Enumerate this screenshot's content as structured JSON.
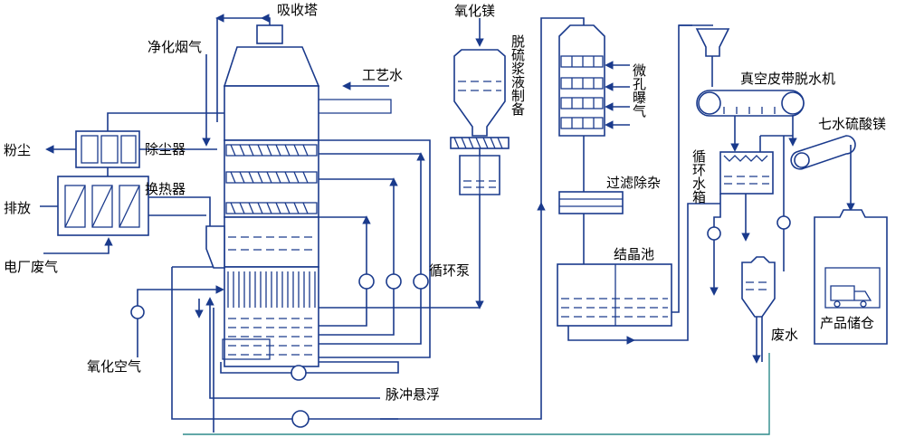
{
  "labels": {
    "absorber": "吸收塔",
    "clean_flue_gas": "净化烟气",
    "process_water": "工艺水",
    "dust": "粉尘",
    "dust_collector": "除尘器",
    "discharge": "排放",
    "heat_exchanger": "换热器",
    "plant_flue_gas": "电厂废气",
    "oxidation_air": "氧化空气",
    "circulation_pump": "循环泵",
    "pulse_suspension": "脉冲悬浮",
    "magnesium_oxide": "氧化镁",
    "slurry_prep_v": "脱硫浆液制备",
    "micropore_aeration_v": "微孔曝气",
    "filter_impurity": "过滤除杂",
    "crystallization_tank": "结晶池",
    "circ_water_tank_v": "循环水箱",
    "vacuum_belt": "真空皮带脱水机",
    "mgso4": "七水硫酸镁",
    "product_storage": "产品储仓",
    "waste_water": "废水"
  }
}
